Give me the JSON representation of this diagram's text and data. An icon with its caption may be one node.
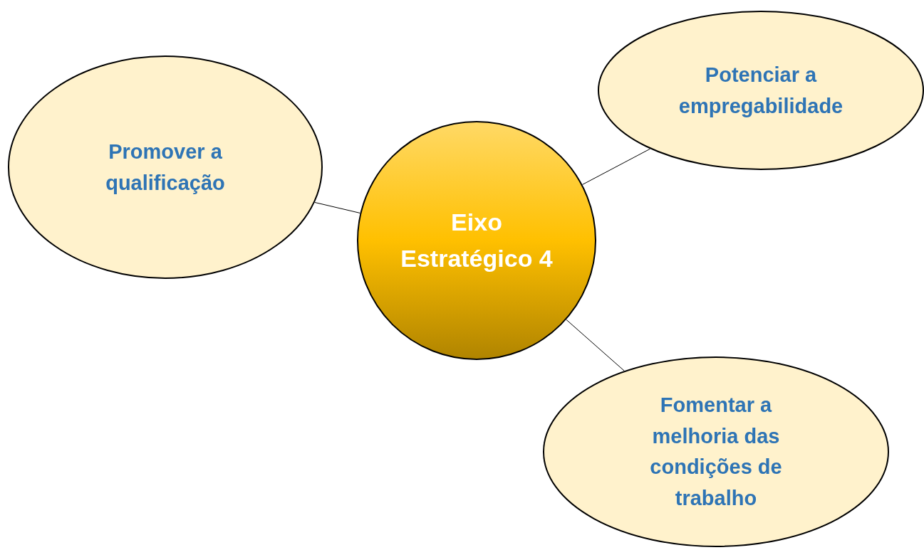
{
  "diagram": {
    "nodes": [
      {
        "text": [
          "Eixo Estratégico 4"
        ]
      },
      {
        "text": [
          "Promover a qualificação"
        ]
      },
      {
        "text": [
          "Potenciar a empregabilidade"
        ]
      },
      {
        "text": [
          "Fomentar a melhoria das condições de trabalho"
        ]
      }
    ],
    "edges": [
      {
        "from": 0,
        "to": 1,
        "arrow": "none"
      },
      {
        "from": 0,
        "to": 2,
        "arrow": "none"
      },
      {
        "from": 0,
        "to": 3,
        "arrow": "none"
      }
    ]
  }
}
